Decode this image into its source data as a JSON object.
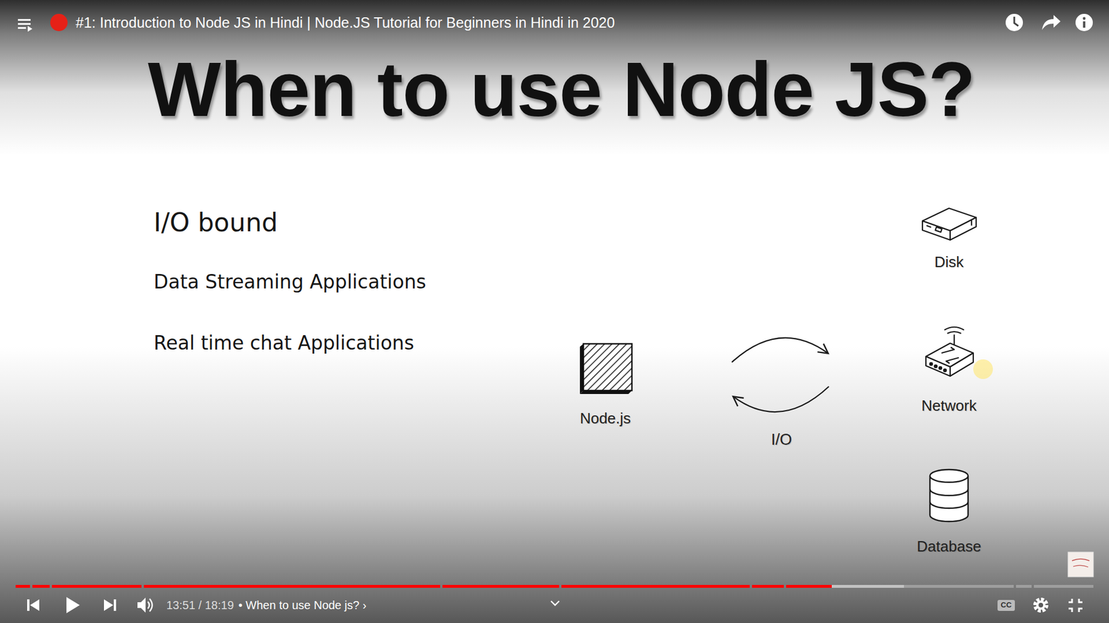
{
  "diagram": {
    "title": "When to use Node JS?",
    "nodes": [
      {
        "text": [
          "Node.js"
        ]
      },
      {
        "text": [
          "Disk"
        ]
      },
      {
        "text": [
          "Network"
        ]
      },
      {
        "text": [
          "Database"
        ]
      }
    ],
    "labels": [
      "#1: Introduction to Node JS in Hindi | Node.JS Tutorial for Beginners in Hindi in 2020",
      "I/O bound",
      "Data Streaming Applications",
      "Real time chat Applications",
      "I/O",
      "13:51 / 18:19",
      "• When to use Node js? ›",
      "CC"
    ]
  }
}
